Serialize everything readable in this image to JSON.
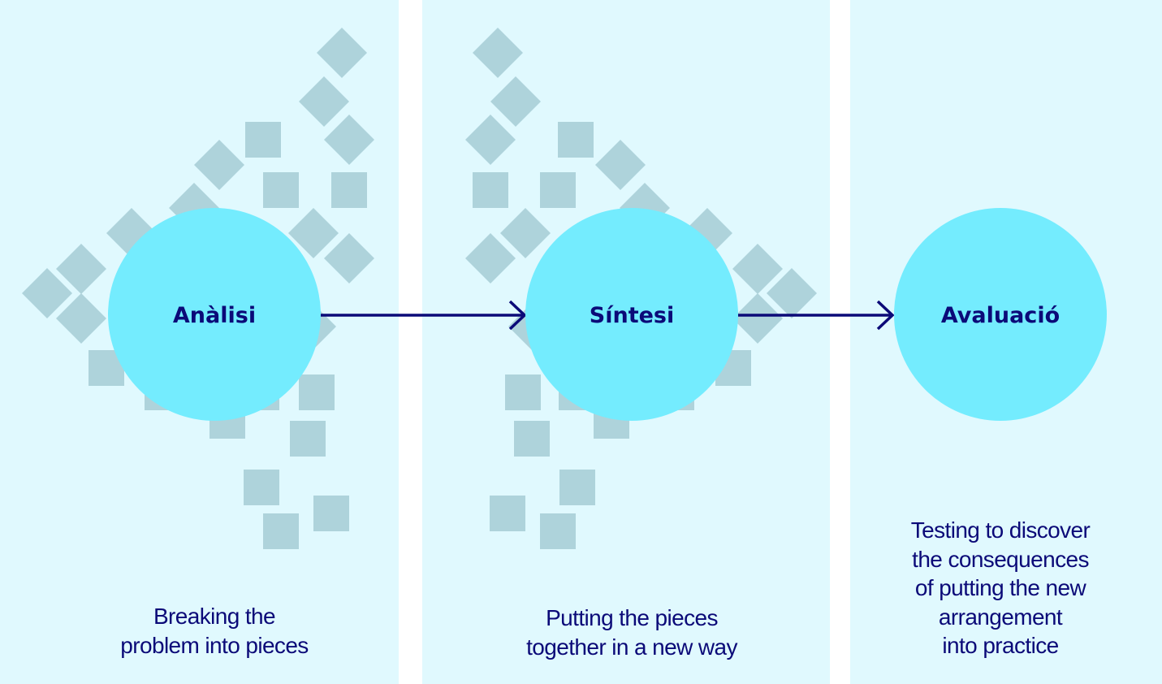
{
  "colors": {
    "panel_bg": "#e0f9fe",
    "piece": "#aed3db",
    "circle": "#74ecfe",
    "ink": "#0b0a78"
  },
  "stages": [
    {
      "title": "Anàlisi",
      "caption": [
        "Breaking the",
        "problem into pieces"
      ]
    },
    {
      "title": "Síntesi",
      "caption": [
        "Putting the pieces",
        "together in a new way"
      ]
    },
    {
      "title": "Avaluació",
      "caption": [
        "Testing to discover",
        "the consequences",
        "of putting the new",
        "arrangement",
        "into practice"
      ]
    }
  ]
}
